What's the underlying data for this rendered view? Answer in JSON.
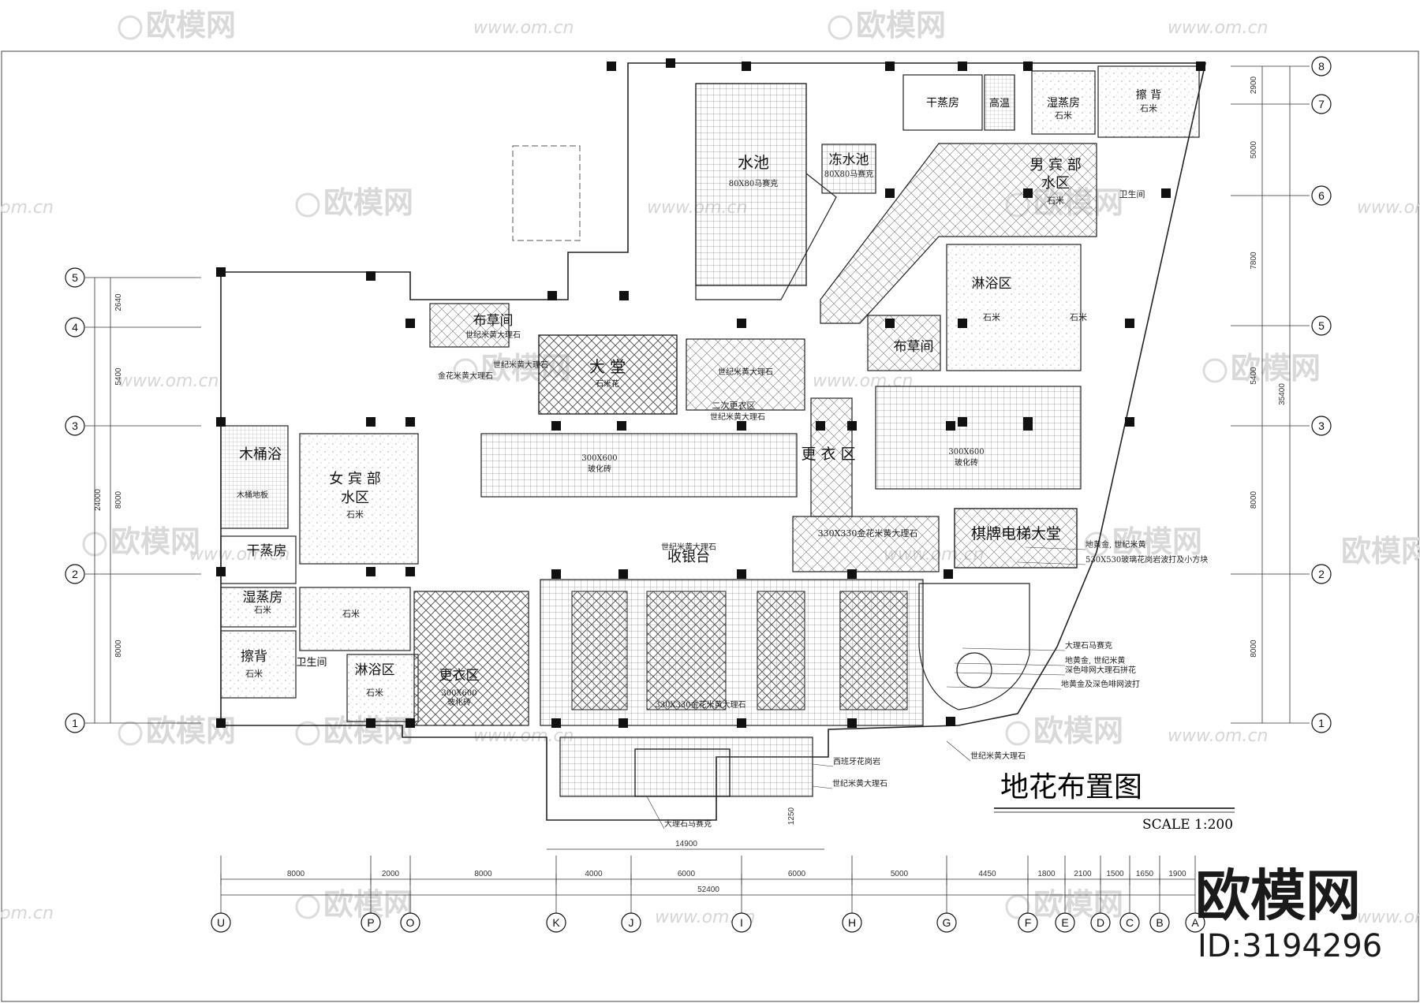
{
  "drawing": {
    "title": "地花布置图",
    "scale": "SCALE 1:200",
    "brand": "欧模网",
    "brand_id": "ID:3194296"
  },
  "watermarks": {
    "logo_text": "欧模网",
    "url_text": "www.om.cn",
    "url_short": "om.cn",
    "partial_text": "欧模网"
  },
  "room_labels": [
    {
      "key": "pool",
      "text": "水池"
    },
    {
      "key": "pool_sub",
      "text": "80X80马赛克"
    },
    {
      "key": "cold_pool",
      "text": "冻水池"
    },
    {
      "key": "cold_pool_sub",
      "text": "80X80马赛克"
    },
    {
      "key": "dry_sauna_m",
      "text": "干蒸房"
    },
    {
      "key": "hot",
      "text": "高温"
    },
    {
      "key": "steam_m",
      "text": "湿蒸房"
    },
    {
      "key": "steam_m_sub",
      "text": "石米"
    },
    {
      "key": "scrub_m",
      "text": "擦 背"
    },
    {
      "key": "scrub_m_sub",
      "text": "石米"
    },
    {
      "key": "men_wet",
      "text": "男 宾 部"
    },
    {
      "key": "men_wet2",
      "text": "水区"
    },
    {
      "key": "men_wet_sub",
      "text": "石米"
    },
    {
      "key": "toilet_m",
      "text": "卫生间"
    },
    {
      "key": "shower_m",
      "text": "淋浴区"
    },
    {
      "key": "shower_m_sub",
      "text": "石米"
    },
    {
      "key": "shower_m_sub2",
      "text": "石米"
    },
    {
      "key": "linen_m",
      "text": "布草间"
    },
    {
      "key": "linen_w",
      "text": "布草间"
    },
    {
      "key": "linen_w_sub",
      "text": "世纪米黄大理石"
    },
    {
      "key": "lobby_hall",
      "text": "大 堂"
    },
    {
      "key": "lobby_sub",
      "text": "石米花"
    },
    {
      "key": "gold_marble",
      "text": "金花米黄大理石"
    },
    {
      "key": "century_marble",
      "text": "世纪米黄大理石"
    },
    {
      "key": "century_marble2",
      "text": "世纪米黄大理石"
    },
    {
      "key": "second_change",
      "text": "二次更衣区"
    },
    {
      "key": "second_change_sub",
      "text": "世纪米黄大理石"
    },
    {
      "key": "tile_a",
      "text": "300X600"
    },
    {
      "key": "tile_a_sub",
      "text": "玻化砖"
    },
    {
      "key": "change_area",
      "text": "更 衣 区"
    },
    {
      "key": "tile_b",
      "text": "300X600"
    },
    {
      "key": "tile_b_sub",
      "text": "玻化砖"
    },
    {
      "key": "marble_330",
      "text": "330X330金花米黄大理石"
    },
    {
      "key": "elevator_hall",
      "text": "棋牌电梯大堂"
    },
    {
      "key": "wooden_bath",
      "text": "木桶浴"
    },
    {
      "key": "wooden_floor",
      "text": "木桶地板"
    },
    {
      "key": "women_wet",
      "text": "女 宾 部"
    },
    {
      "key": "women_wet2",
      "text": "水区"
    },
    {
      "key": "women_wet_sub",
      "text": "石米"
    },
    {
      "key": "dry_sauna_w",
      "text": "干蒸房"
    },
    {
      "key": "steam_w",
      "text": "湿蒸房"
    },
    {
      "key": "steam_w_sub",
      "text": "石米"
    },
    {
      "key": "stone_w",
      "text": "石米"
    },
    {
      "key": "scrub_w",
      "text": "擦背"
    },
    {
      "key": "scrub_w_sub",
      "text": "石米"
    },
    {
      "key": "toilet_w",
      "text": "卫生间"
    },
    {
      "key": "shower_w",
      "text": "淋浴区"
    },
    {
      "key": "shower_w_sub",
      "text": "石米"
    },
    {
      "key": "change_w",
      "text": "更衣区"
    },
    {
      "key": "change_w_sub",
      "text": "300X600"
    },
    {
      "key": "change_w_sub2",
      "text": "玻化砖"
    },
    {
      "key": "cashier",
      "text": "收银台"
    },
    {
      "key": "cashier_sub",
      "text": "世纪米黄大理石"
    },
    {
      "key": "entrance_marble",
      "text": "330X330金花米黄大理石"
    }
  ],
  "annotations": [
    {
      "key": "a1",
      "text": "地黄金, 世纪米黄"
    },
    {
      "key": "a2",
      "text": "530X530玻璃花岗岩波打及小方块"
    },
    {
      "key": "a3",
      "text": "大理石马赛克"
    },
    {
      "key": "a4",
      "text": "地黄金, 世纪米黄"
    },
    {
      "key": "a5",
      "text": "深色啡网大理石拼花"
    },
    {
      "key": "a6",
      "text": "地黄金及深色啡网波打"
    },
    {
      "key": "a7",
      "text": "世纪米黄大理石"
    },
    {
      "key": "a8",
      "text": "西班牙花岗岩"
    },
    {
      "key": "a9",
      "text": "世纪米黄大理石"
    },
    {
      "key": "a10",
      "text": "大理石马赛克"
    }
  ],
  "dimensions": {
    "bottom_segments": [
      "8000",
      "2000",
      "8000",
      "4000",
      "6000",
      "6000",
      "5000",
      "4450",
      "1800",
      "2100",
      "1500",
      "1650",
      "1900"
    ],
    "bottom_total": "52400",
    "entrance_width": "14900",
    "entrance_depth": "1250",
    "left_segments": [
      "2640",
      "5400",
      "8000",
      "8000"
    ],
    "left_total": "24000",
    "right_segments": [
      "2900",
      "5000",
      "7800",
      "5400",
      "8000",
      "8000"
    ],
    "right_total": "35400"
  },
  "grid_axes": {
    "columns": [
      "U",
      "P",
      "O",
      "K",
      "J",
      "I",
      "H",
      "G",
      "F",
      "E",
      "D",
      "C",
      "B",
      "A"
    ],
    "left_rows": [
      "5",
      "4",
      "3",
      "2",
      "1"
    ],
    "right_rows": [
      "8",
      "7",
      "6",
      "5",
      "3",
      "2",
      "1"
    ]
  }
}
